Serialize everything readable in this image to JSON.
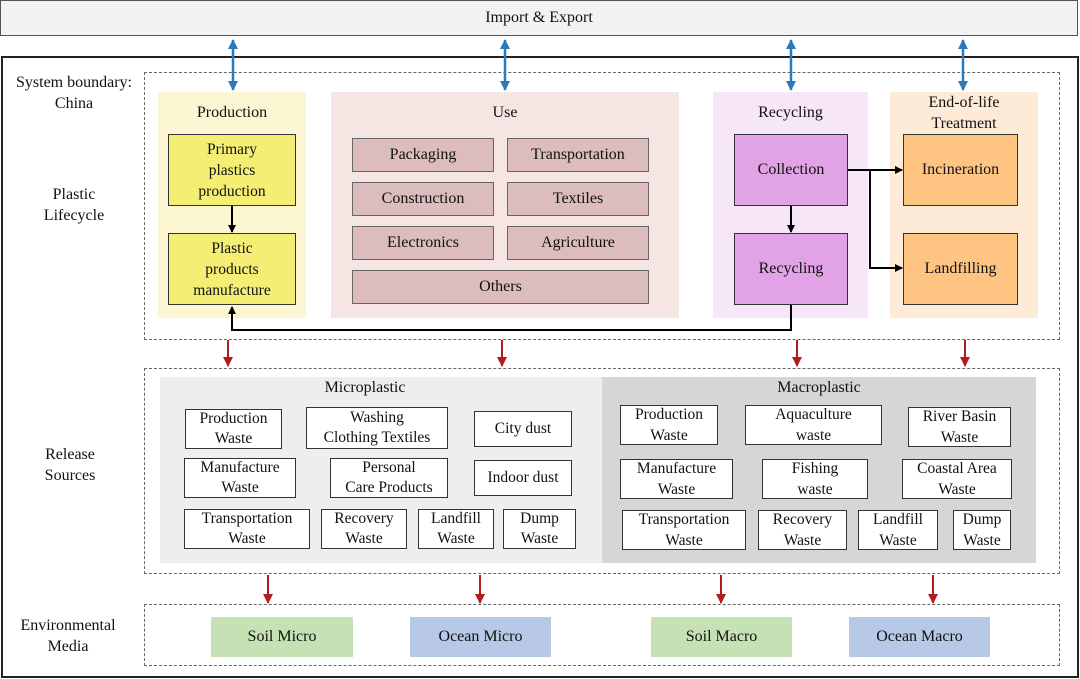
{
  "header": {
    "title": "Import & Export"
  },
  "side_labels": {
    "boundary": [
      "System boundary:",
      "China"
    ],
    "lifecycle": [
      "Plastic",
      "Lifecycle"
    ],
    "release": [
      "Release",
      "Sources"
    ],
    "media": [
      "Environmental",
      "Media"
    ]
  },
  "production": {
    "title": "Production",
    "primary": [
      "Primary",
      "plastics",
      "production"
    ],
    "manufacture": [
      "Plastic",
      "products",
      "manufacture"
    ]
  },
  "use": {
    "title": "Use",
    "items": [
      "Packaging",
      "Transportation",
      "Construction",
      "Textiles",
      "Electronics",
      "Agriculture",
      "Others"
    ]
  },
  "recycling": {
    "title": "Recycling",
    "collection": "Collection",
    "recycling": "Recycling"
  },
  "eol": {
    "title": [
      "End-of-life",
      "Treatment"
    ],
    "incineration": "Incineration",
    "landfilling": "Landfilling"
  },
  "microplastic": {
    "title": "Microplastic",
    "items": [
      [
        "Production",
        "Waste"
      ],
      [
        "Washing",
        "Clothing Textiles"
      ],
      [
        "City dust"
      ],
      [
        "Manufacture",
        "Waste"
      ],
      [
        "Personal",
        "Care Products"
      ],
      [
        "Indoor dust"
      ],
      [
        "Transportation",
        "Waste"
      ],
      [
        "Recovery",
        "Waste"
      ],
      [
        "Landfill",
        "Waste"
      ],
      [
        "Dump",
        "Waste"
      ]
    ]
  },
  "macroplastic": {
    "title": "Macroplastic",
    "items": [
      [
        "Production",
        "Waste"
      ],
      [
        "Aquaculture",
        "waste"
      ],
      [
        "River Basin",
        "Waste"
      ],
      [
        "Manufacture",
        "Waste"
      ],
      [
        "Fishing",
        "waste"
      ],
      [
        "Coastal Area",
        "Waste"
      ],
      [
        "Transportation",
        "Waste"
      ],
      [
        "Recovery",
        "Waste"
      ],
      [
        "Landfill",
        "Waste"
      ],
      [
        "Dump",
        "Waste"
      ]
    ]
  },
  "media": {
    "soil_micro": "Soil Micro",
    "ocean_micro": "Ocean Micro",
    "soil_macro": "Soil Macro",
    "ocean_macro": "Ocean Macro"
  },
  "colors": {
    "production_panel": "#fdf6d2",
    "use_panel": "#f5e6e4",
    "recycling_panel": "#f6e6f8",
    "eol_panel": "#fdebd7",
    "release_panel": "#eeeeee",
    "macro_panel": "#d6d6d6",
    "import_arrow": "#2e7ab8",
    "release_arrow": "#b31c1c"
  }
}
